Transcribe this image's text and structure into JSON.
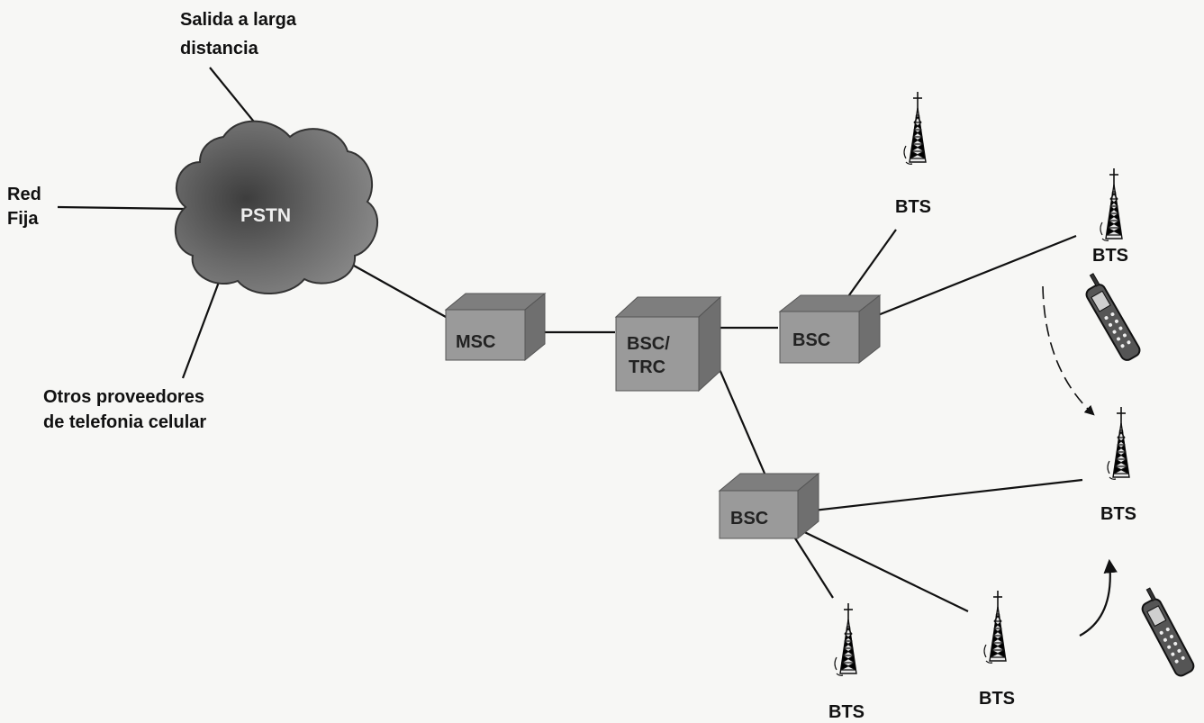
{
  "labels": {
    "long_distance": [
      "Salida a larga",
      "distancia"
    ],
    "fixed_network": [
      "Red",
      "Fija"
    ],
    "other_providers": [
      "Otros proveedores",
      "de telefonia celular"
    ],
    "pstn": "PSTN"
  },
  "nodes": {
    "msc": [
      "MSC"
    ],
    "bsc_trc": [
      "BSC/",
      "TRC"
    ],
    "bsc_upper": [
      "BSC"
    ],
    "bsc_lower": [
      "BSC"
    ]
  },
  "bts": {
    "top": "BTS",
    "right_upper": "BTS",
    "right_middle": "BTS",
    "bottom_left": "BTS",
    "bottom_right": "BTS"
  },
  "colors": {
    "background": "#f7f7f5",
    "cloud": "#6a6a6a",
    "box_front": "#9a9a9a",
    "box_top": "#7e7e7e",
    "box_side": "#6f6f6f",
    "line": "#111111"
  },
  "icons": [
    "cloud-icon",
    "antenna-tower-icon",
    "mobile-phone-icon",
    "curved-arrow-icon"
  ]
}
